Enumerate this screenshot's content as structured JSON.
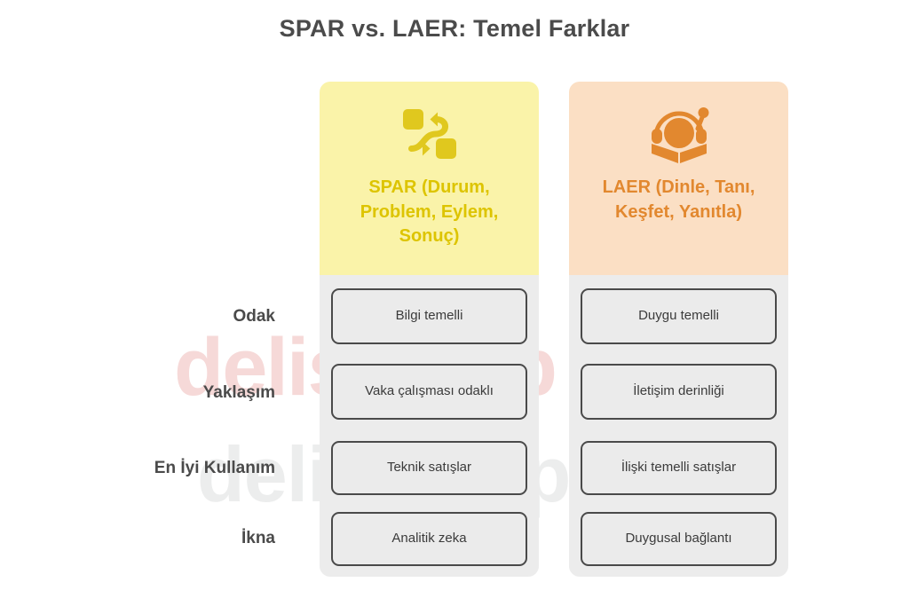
{
  "title": "SPAR vs. LAER: Temel Farklar",
  "watermarks": {
    "pink": "delisincap",
    "grey": "delisincap.com"
  },
  "columns": [
    {
      "key": "spar",
      "title": "SPAR (Durum, Problem, Eylem, Sonuç)",
      "icon": "process-flow-icon",
      "header_bg": "#faf3a9",
      "title_color": "#ddc400",
      "icon_color": "#e0c81e"
    },
    {
      "key": "laer",
      "title": "LAER (Dinle, Tanı, Keşfet, Yanıtla)",
      "icon": "listening-headset-book-icon",
      "header_bg": "#fbdfc4",
      "title_color": "#e2882f",
      "icon_color": "#e2882f"
    }
  ],
  "rows": [
    {
      "label": "Odak",
      "spar": "Bilgi temelli",
      "laer": "Duygu temelli"
    },
    {
      "label": "Yaklaşım",
      "spar": "Vaka çalışması odaklı",
      "laer": "İletişim derinliği"
    },
    {
      "label": "En İyi Kullanım",
      "spar": "Teknik satışlar",
      "laer": "İlişki temelli satışlar"
    },
    {
      "label": "İkna",
      "spar": "Analitik zeka",
      "laer": "Duygusal bağlantı"
    }
  ],
  "colors": {
    "body_panel": "#ececec",
    "cell_fill": "#ebebeb",
    "cell_border": "#4a4a4a",
    "title_text": "#4b4b4b",
    "label_text": "#4a4a4a",
    "watermark_pink": "#f6d9d8",
    "watermark_grey": "#eceded"
  }
}
